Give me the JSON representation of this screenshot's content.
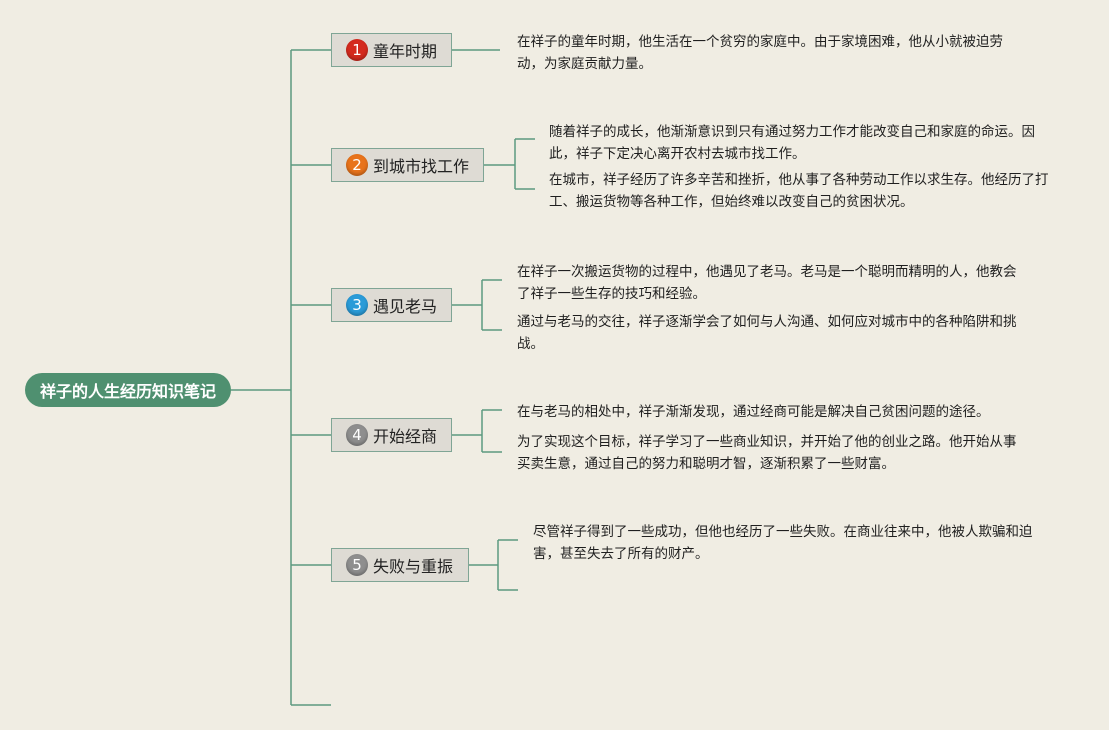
{
  "root": {
    "title": "祥子的人生经历知识笔记"
  },
  "colors": {
    "background": "#f0ede3",
    "root_fill": "#4f9070",
    "line": "#5c9a80",
    "badge_1": "#d42a1e",
    "badge_2": "#e8731b",
    "badge_3": "#2a9bd8",
    "badge_4": "#8e8e8e",
    "badge_5": "#8e8e8e"
  },
  "branches": [
    {
      "number": "1",
      "label": "童年时期",
      "notes": [
        "在祥子的童年时期，他生活在一个贫穷的家庭中。由于家境困难，他从小就被迫劳动，为家庭贡献力量。"
      ]
    },
    {
      "number": "2",
      "label": "到城市找工作",
      "notes": [
        "随着祥子的成长，他渐渐意识到只有通过努力工作才能改变自己和家庭的命运。因此，祥子下定决心离开农村去城市找工作。",
        "在城市，祥子经历了许多辛苦和挫折，他从事了各种劳动工作以求生存。他经历了打工、搬运货物等各种工作，但始终难以改变自己的贫困状况。"
      ]
    },
    {
      "number": "3",
      "label": "遇见老马",
      "notes": [
        "在祥子一次搬运货物的过程中，他遇见了老马。老马是一个聪明而精明的人，他教会了祥子一些生存的技巧和经验。",
        "通过与老马的交往，祥子逐渐学会了如何与人沟通、如何应对城市中的各种陷阱和挑战。"
      ]
    },
    {
      "number": "4",
      "label": "开始经商",
      "notes": [
        "在与老马的相处中，祥子渐渐发现，通过经商可能是解决自己贫困问题的途径。",
        "为了实现这个目标，祥子学习了一些商业知识，并开始了他的创业之路。他开始从事买卖生意，通过自己的努力和聪明才智，逐渐积累了一些财富。"
      ]
    },
    {
      "number": "5",
      "label": "失败与重振",
      "notes": [
        "尽管祥子得到了一些成功，但他也经历了一些失败。在商业往来中，他被人欺骗和迫害，甚至失去了所有的财产。"
      ]
    }
  ]
}
